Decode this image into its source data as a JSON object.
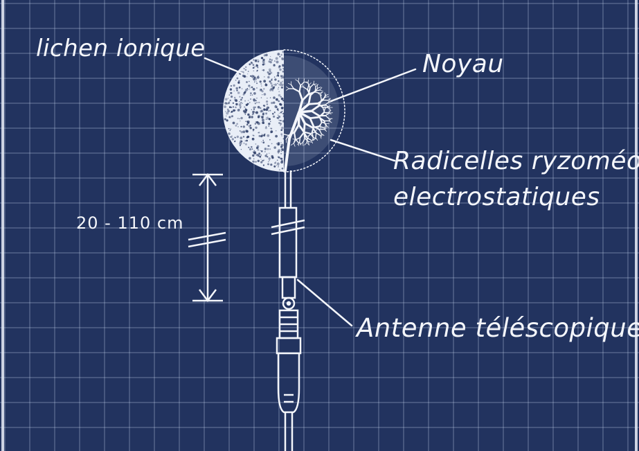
{
  "labels": {
    "lichen": "lichen ionique",
    "noyau": "Noyau",
    "radicelles_line1": "Radicelles ryzoméo-",
    "radicelles_line2": "electrostatiques",
    "dimension": "20 - 110 cm",
    "antenne": "Antenne téléscopique"
  },
  "colors": {
    "background": "#22335f",
    "grid": "#c8d7f0",
    "ink": "#f4f6fb"
  }
}
